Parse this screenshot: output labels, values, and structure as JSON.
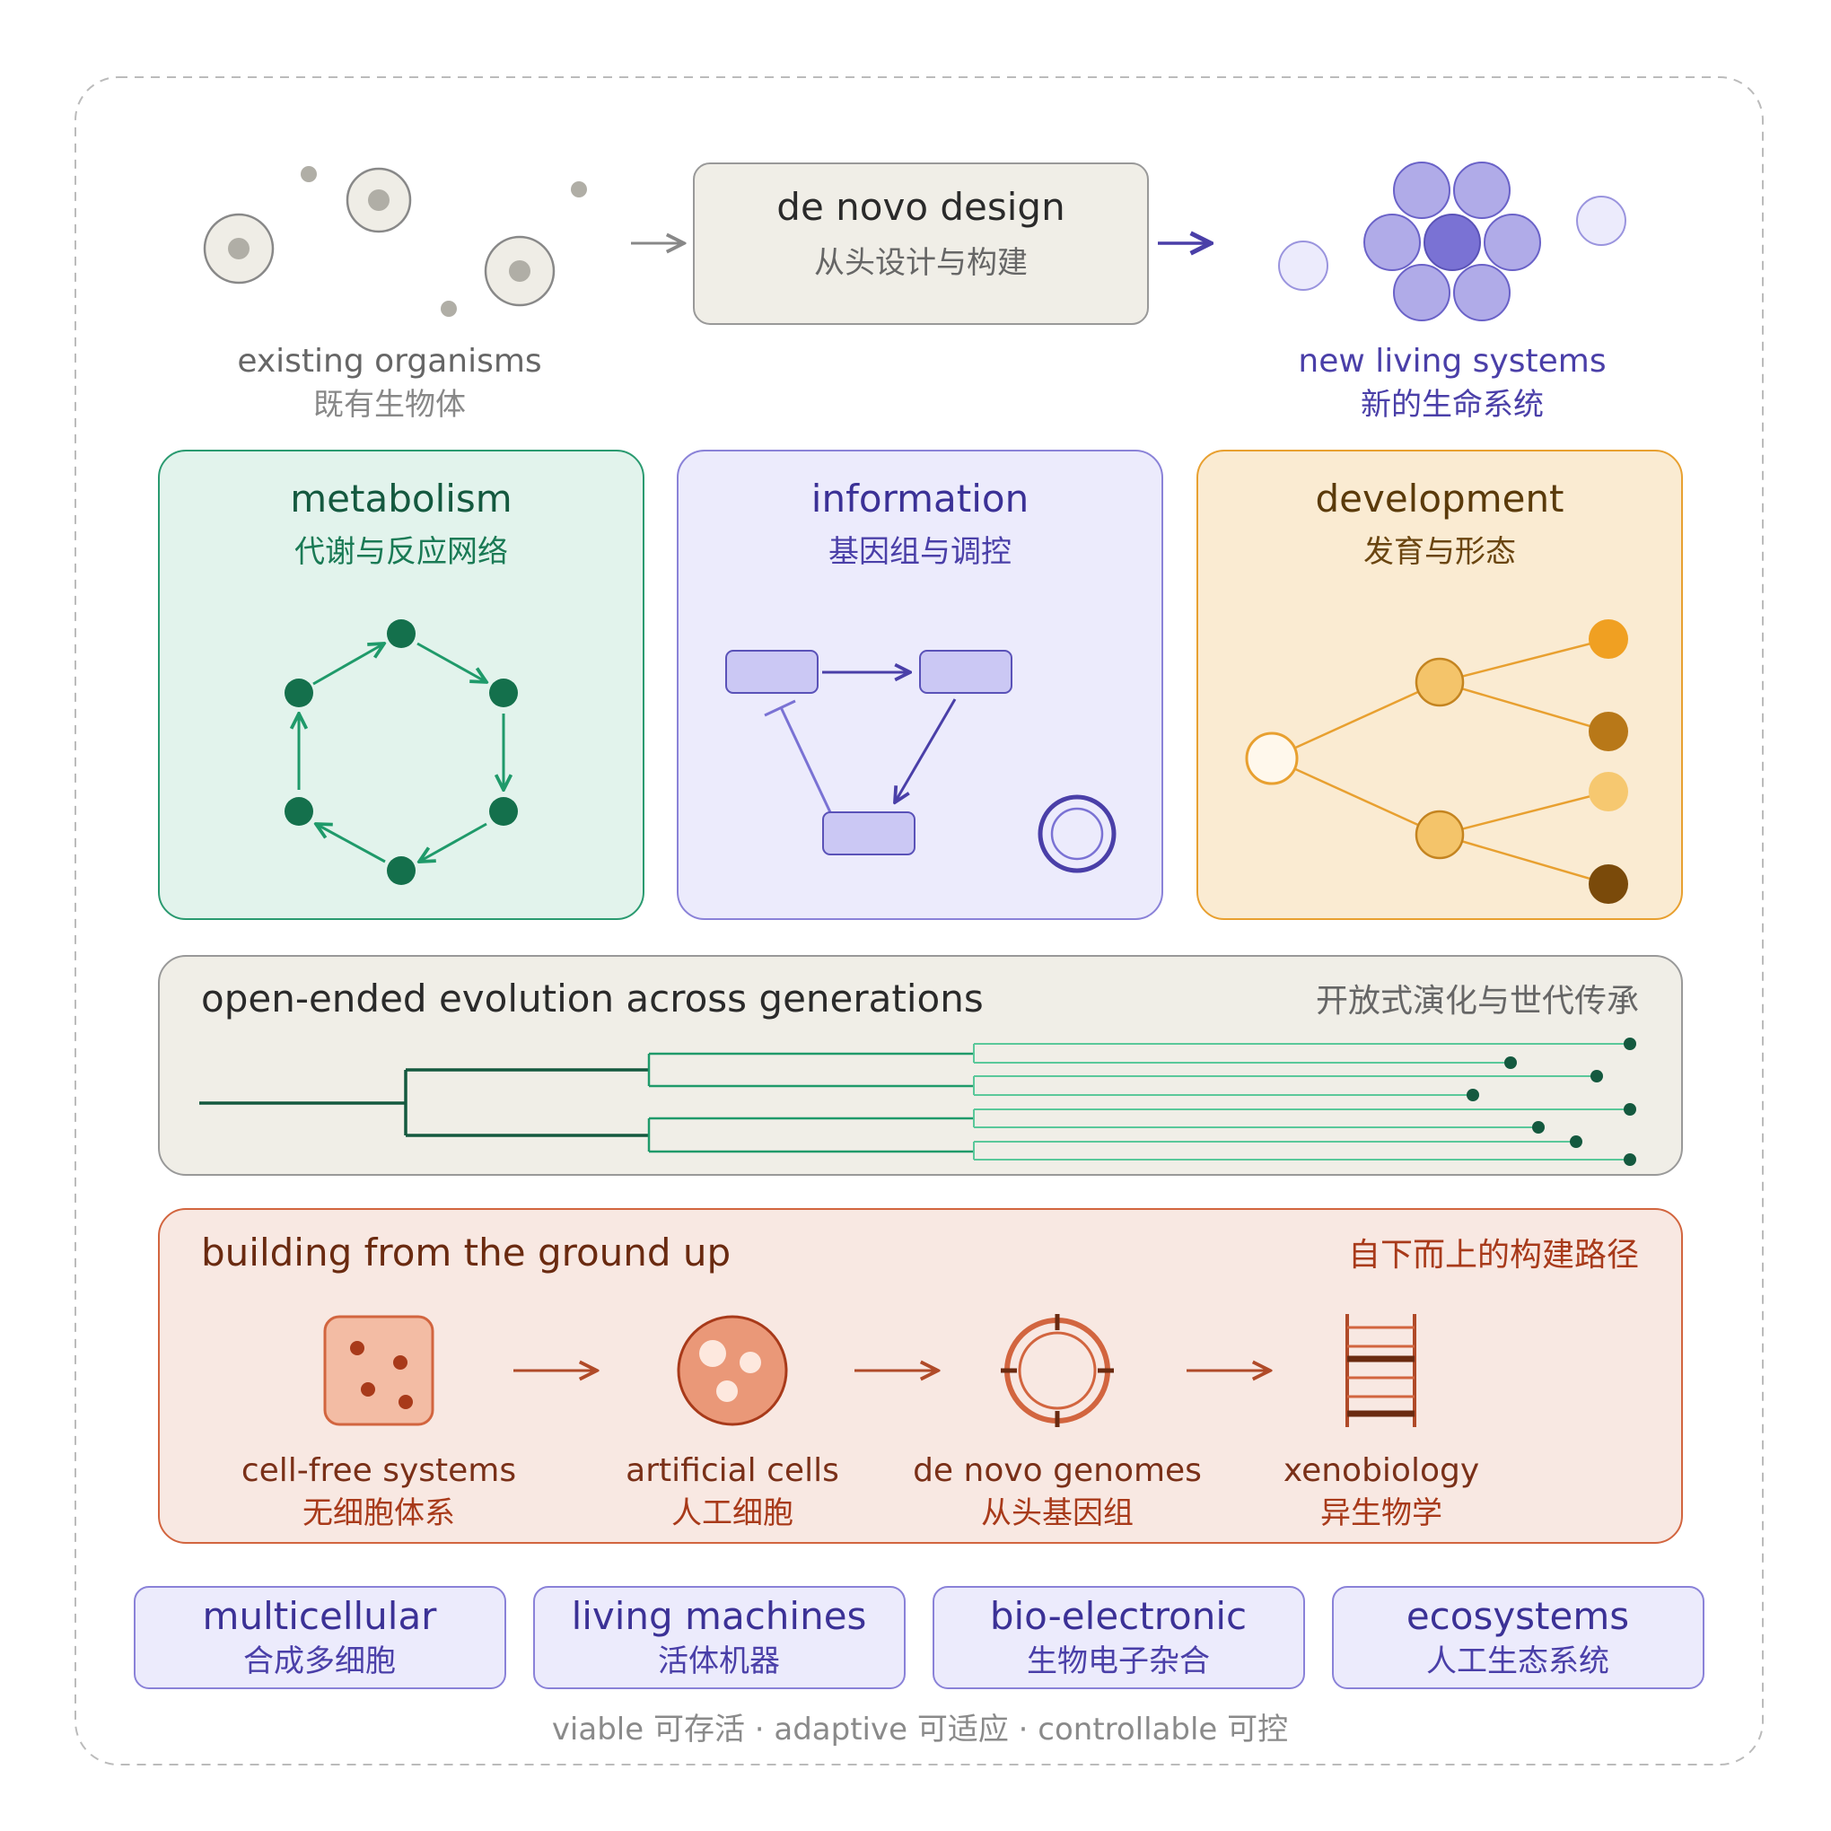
{
  "top": {
    "existing": {
      "en": "existing organisms",
      "zh": "既有生物体"
    },
    "design": {
      "en": "de novo design",
      "zh": "从头设计与构建"
    },
    "new": {
      "en": "new living systems",
      "zh": "新的生命系统"
    }
  },
  "pillars": [
    {
      "en": "metabolism",
      "zh": "代谢与反应网络"
    },
    {
      "en": "information",
      "zh": "基因组与调控"
    },
    {
      "en": "development",
      "zh": "发育与形态"
    }
  ],
  "evolution": {
    "en": "open-ended evolution across generations",
    "zh": "开放式演化与世代传承"
  },
  "building": {
    "en": "building from the ground up",
    "zh": "自下而上的构建路径",
    "stages": [
      {
        "en": "cell-free systems",
        "zh": "无细胞体系"
      },
      {
        "en": "artificial cells",
        "zh": "人工细胞"
      },
      {
        "en": "de novo genomes",
        "zh": "从头基因组"
      },
      {
        "en": "xenobiology",
        "zh": "异生物学"
      }
    ]
  },
  "applications": [
    {
      "en": "multicellular",
      "zh": "合成多细胞"
    },
    {
      "en": "living machines",
      "zh": "活体机器"
    },
    {
      "en": "bio-electronic",
      "zh": "生物电子杂合"
    },
    {
      "en": "ecosystems",
      "zh": "人工生态系统"
    }
  ],
  "footer": "viable 可存活 · adaptive 可适应 · controllable 可控",
  "colors": {
    "green": "#1a7a55",
    "purple": "#4a3fa8",
    "orange": "#e8a030",
    "rust": "#b04a28",
    "gray_text": "#777777"
  }
}
